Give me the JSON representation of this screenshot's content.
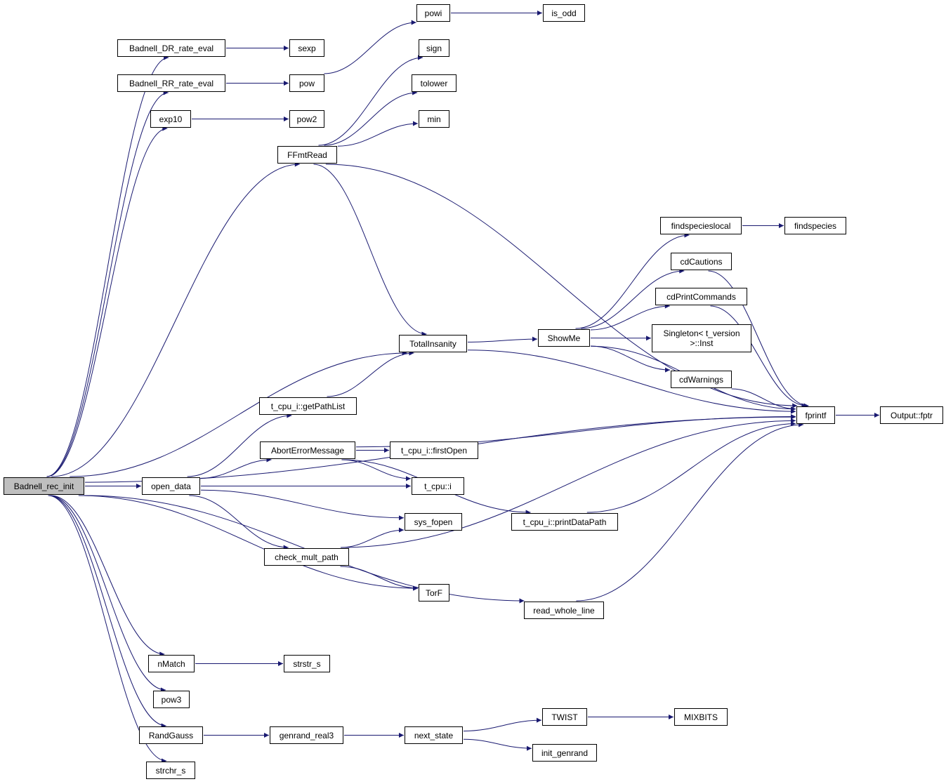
{
  "graph": {
    "root": "Badnell_rec_init",
    "colors": {
      "edge": "#191970",
      "node_border": "#000000",
      "root_fill": "#bfbfbf",
      "node_fill": "#ffffff"
    },
    "nodes": [
      {
        "id": "root",
        "label": "Badnell_rec_init",
        "root": true
      },
      {
        "id": "dr",
        "label": "Badnell_DR_rate_eval"
      },
      {
        "id": "rr",
        "label": "Badnell_RR_rate_eval"
      },
      {
        "id": "sexp",
        "label": "sexp"
      },
      {
        "id": "pow",
        "label": "pow"
      },
      {
        "id": "powi",
        "label": "powi"
      },
      {
        "id": "isodd",
        "label": "is_odd"
      },
      {
        "id": "exp10",
        "label": "exp10"
      },
      {
        "id": "pow2",
        "label": "pow2"
      },
      {
        "id": "ffmt",
        "label": "FFmtRead"
      },
      {
        "id": "sign",
        "label": "sign"
      },
      {
        "id": "tolower",
        "label": "tolower"
      },
      {
        "id": "min",
        "label": "min"
      },
      {
        "id": "fsl",
        "label": "findspecieslocal"
      },
      {
        "id": "fs",
        "label": "findspecies"
      },
      {
        "id": "cdc",
        "label": "cdCautions"
      },
      {
        "id": "cdpc",
        "label": "cdPrintCommands"
      },
      {
        "id": "sing",
        "label": "Singleton< t_version\n>::Inst"
      },
      {
        "id": "cdw",
        "label": "cdWarnings"
      },
      {
        "id": "showme",
        "label": "ShowMe"
      },
      {
        "id": "ti",
        "label": "TotalInsanity"
      },
      {
        "id": "fprintf",
        "label": "fprintf"
      },
      {
        "id": "fptr",
        "label": "Output::fptr"
      },
      {
        "id": "gpl",
        "label": "t_cpu_i::getPathList"
      },
      {
        "id": "aem",
        "label": "AbortErrorMessage"
      },
      {
        "id": "fo",
        "label": "t_cpu_i::firstOpen"
      },
      {
        "id": "tcpui",
        "label": "t_cpu::i"
      },
      {
        "id": "od",
        "label": "open_data"
      },
      {
        "id": "fopen",
        "label": "sys_fopen"
      },
      {
        "id": "pdp",
        "label": "t_cpu_i::printDataPath"
      },
      {
        "id": "cmp",
        "label": "check_mult_path"
      },
      {
        "id": "torf",
        "label": "TorF"
      },
      {
        "id": "rwl",
        "label": "read_whole_line"
      },
      {
        "id": "nmatch",
        "label": "nMatch"
      },
      {
        "id": "strstr",
        "label": "strstr_s"
      },
      {
        "id": "pow3",
        "label": "pow3"
      },
      {
        "id": "rg",
        "label": "RandGauss"
      },
      {
        "id": "gr3",
        "label": "genrand_real3"
      },
      {
        "id": "ns",
        "label": "next_state"
      },
      {
        "id": "twist",
        "label": "TWIST"
      },
      {
        "id": "mix",
        "label": "MIXBITS"
      },
      {
        "id": "initg",
        "label": "init_genrand"
      },
      {
        "id": "strchr",
        "label": "strchr_s"
      }
    ],
    "edges": [
      [
        "root",
        "dr"
      ],
      [
        "root",
        "rr"
      ],
      [
        "root",
        "exp10"
      ],
      [
        "root",
        "ffmt"
      ],
      [
        "root",
        "fprintf"
      ],
      [
        "root",
        "ti"
      ],
      [
        "root",
        "od"
      ],
      [
        "root",
        "torf"
      ],
      [
        "root",
        "rwl"
      ],
      [
        "root",
        "nmatch"
      ],
      [
        "root",
        "pow3"
      ],
      [
        "root",
        "rg"
      ],
      [
        "root",
        "strchr"
      ],
      [
        "dr",
        "sexp"
      ],
      [
        "rr",
        "pow"
      ],
      [
        "pow",
        "powi"
      ],
      [
        "powi",
        "isodd"
      ],
      [
        "exp10",
        "pow2"
      ],
      [
        "ffmt",
        "sign"
      ],
      [
        "ffmt",
        "tolower"
      ],
      [
        "ffmt",
        "min"
      ],
      [
        "ffmt",
        "fprintf"
      ],
      [
        "ffmt",
        "ti"
      ],
      [
        "ti",
        "showme"
      ],
      [
        "ti",
        "fprintf"
      ],
      [
        "showme",
        "fsl"
      ],
      [
        "showme",
        "cdc"
      ],
      [
        "showme",
        "cdpc"
      ],
      [
        "showme",
        "sing"
      ],
      [
        "showme",
        "cdw"
      ],
      [
        "showme",
        "fprintf"
      ],
      [
        "fsl",
        "fs"
      ],
      [
        "cdc",
        "fprintf"
      ],
      [
        "cdpc",
        "fprintf"
      ],
      [
        "cdw",
        "fprintf"
      ],
      [
        "fprintf",
        "fptr"
      ],
      [
        "od",
        "gpl"
      ],
      [
        "od",
        "aem"
      ],
      [
        "od",
        "tcpui"
      ],
      [
        "od",
        "fopen"
      ],
      [
        "od",
        "cmp"
      ],
      [
        "gpl",
        "ti"
      ],
      [
        "aem",
        "fo"
      ],
      [
        "aem",
        "tcpui"
      ],
      [
        "aem",
        "fprintf"
      ],
      [
        "aem",
        "pdp"
      ],
      [
        "pdp",
        "fprintf"
      ],
      [
        "cmp",
        "fopen"
      ],
      [
        "cmp",
        "fprintf"
      ],
      [
        "cmp",
        "torf"
      ],
      [
        "rwl",
        "fprintf"
      ],
      [
        "nmatch",
        "strstr"
      ],
      [
        "rg",
        "gr3"
      ],
      [
        "gr3",
        "ns"
      ],
      [
        "ns",
        "twist"
      ],
      [
        "ns",
        "initg"
      ],
      [
        "twist",
        "mix"
      ]
    ]
  }
}
